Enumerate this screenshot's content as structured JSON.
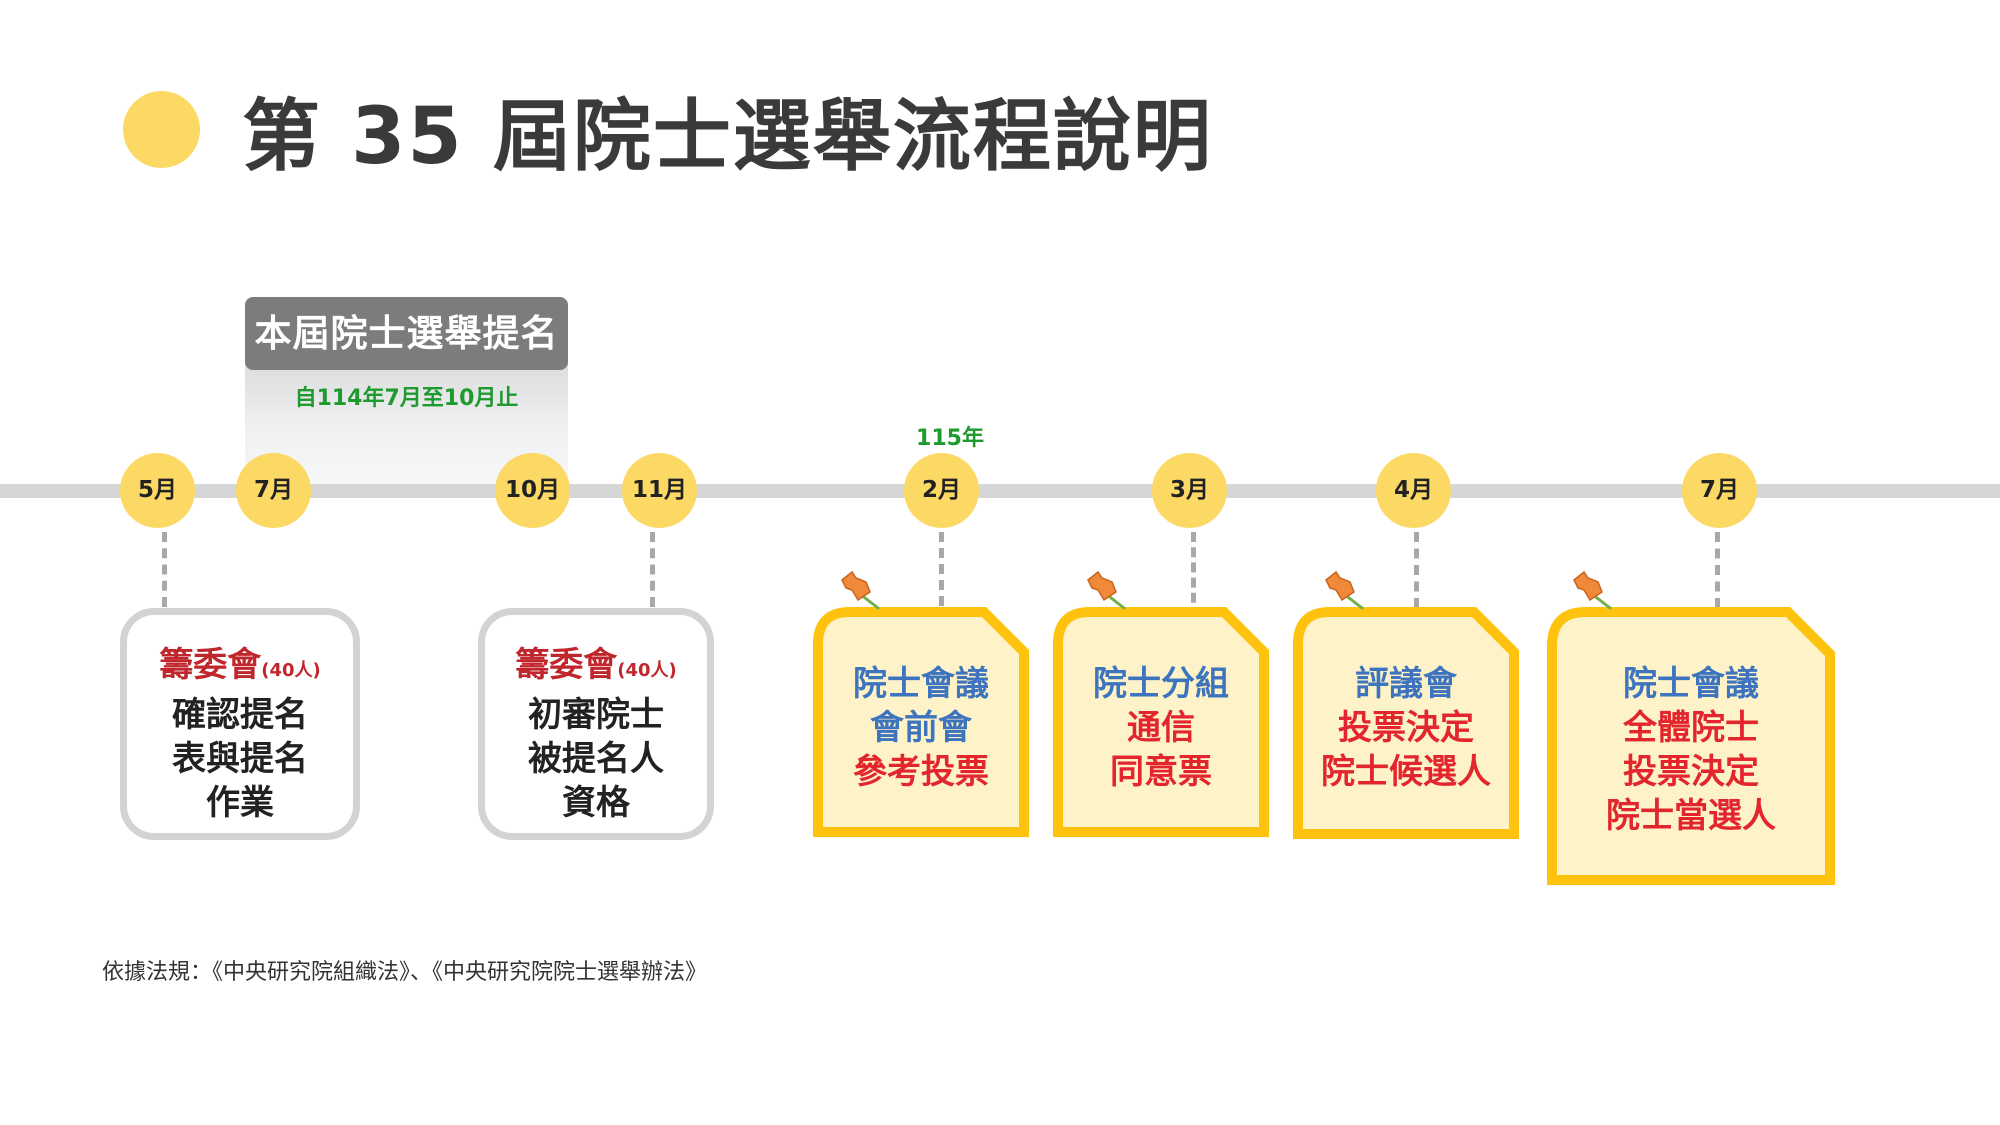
{
  "title": "第 35 屆院士選舉流程說明",
  "nomination": {
    "header": "本屆院士選舉提名",
    "period": "自114年7月至10月止"
  },
  "year_label": "115年",
  "months": [
    "5月",
    "7月",
    "10月",
    "11月",
    "2月",
    "3月",
    "4月",
    "7月"
  ],
  "gray_cards": [
    {
      "head": "籌委會",
      "head_note": "(40人)",
      "lines": [
        "確認提名",
        "表與提名",
        "作業"
      ]
    },
    {
      "head": "籌委會",
      "head_note": "(40人)",
      "lines": [
        "初審院士",
        "被提名人",
        "資格"
      ]
    }
  ],
  "yellow_cards": [
    {
      "lines": [
        "院士會議",
        "會前會",
        "參考投票"
      ],
      "line_colors": [
        "blue",
        "blue",
        "red"
      ]
    },
    {
      "lines": [
        "院士分組",
        "通信",
        "同意票"
      ],
      "line_colors": [
        "blue",
        "red",
        "red"
      ]
    },
    {
      "lines": [
        "評議會",
        "投票決定",
        "院士候選人"
      ],
      "line_colors": [
        "blue",
        "red",
        "red"
      ]
    },
    {
      "lines": [
        "院士會議",
        "全體院士",
        "投票決定",
        "院士當選人"
      ],
      "line_colors": [
        "blue",
        "red",
        "red",
        "red"
      ]
    }
  ],
  "colors": {
    "accent_yellow": "#FCD864",
    "card_border_yellow": "#FFC20E",
    "card_fill_yellow": "#FEF3C8",
    "text_blue": "#3d74bd",
    "text_red": "#e3262e",
    "green_note": "#1e9a2e"
  },
  "icons": [
    "pushpin-icon"
  ],
  "footer": "依據法規：《中央研究院組織法》、《中央研究院院士選舉辦法》"
}
